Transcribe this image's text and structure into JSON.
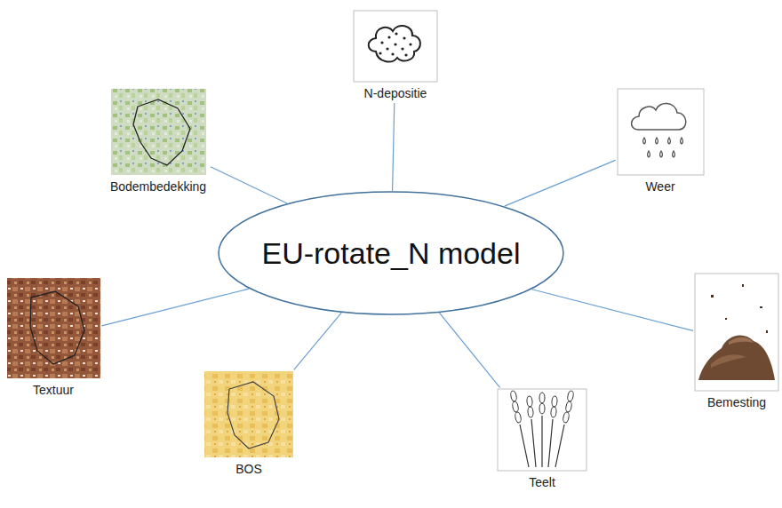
{
  "diagram": {
    "nodes": [
      {
        "text": [
          "N-depositie"
        ]
      },
      {
        "text": [
          "Bodembedekking"
        ]
      },
      {
        "text": [
          "Weer"
        ]
      },
      {
        "text": [
          "EU-rotate_N model"
        ]
      },
      {
        "text": [
          "Textuur"
        ]
      },
      {
        "text": [
          "Bemesting"
        ]
      },
      {
        "text": [
          "BOS"
        ]
      },
      {
        "text": [
          "Teelt"
        ]
      }
    ],
    "edges": [
      {
        "from": 3,
        "to": 0,
        "arrow": "none"
      },
      {
        "from": 3,
        "to": 1,
        "arrow": "none"
      },
      {
        "from": 3,
        "to": 2,
        "arrow": "none"
      },
      {
        "from": 3,
        "to": 4,
        "arrow": "none"
      },
      {
        "from": 3,
        "to": 5,
        "arrow": "none"
      },
      {
        "from": 3,
        "to": 6,
        "arrow": "none"
      },
      {
        "from": 3,
        "to": 7,
        "arrow": "none"
      }
    ]
  }
}
